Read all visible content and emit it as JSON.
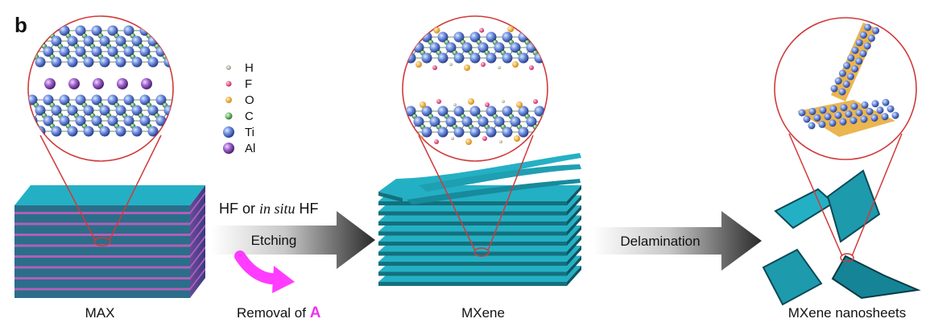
{
  "panel_label": "b",
  "legend": {
    "items": [
      {
        "symbol": "H",
        "color": "#e8e0b8"
      },
      {
        "symbol": "F",
        "color": "#e0407a"
      },
      {
        "symbol": "O",
        "color": "#f0a020"
      },
      {
        "symbol": "C",
        "color": "#3a8a3a"
      },
      {
        "symbol": "Ti",
        "color": "#5a7ad8"
      },
      {
        "symbol": "Al",
        "color": "#9a58c8"
      }
    ]
  },
  "step1": {
    "label_pre": "HF or ",
    "label_italic": "in situ",
    "label_post": " HF",
    "arrow_label": "Etching",
    "removal_pre": "Removal of ",
    "removal_letter": "A"
  },
  "step2": {
    "arrow_label": "Delamination"
  },
  "stages": {
    "max": "MAX",
    "mxene": "MXene",
    "nanosheets": "MXene nanosheets"
  },
  "colors": {
    "slab_top": "#24b0c4",
    "slab_side": "#14707e",
    "stripe": "#b060b8",
    "zoom_ring": "#d03a3a",
    "removal_arrow": "#ff3cff",
    "removal_letter": "#ee33ee"
  }
}
